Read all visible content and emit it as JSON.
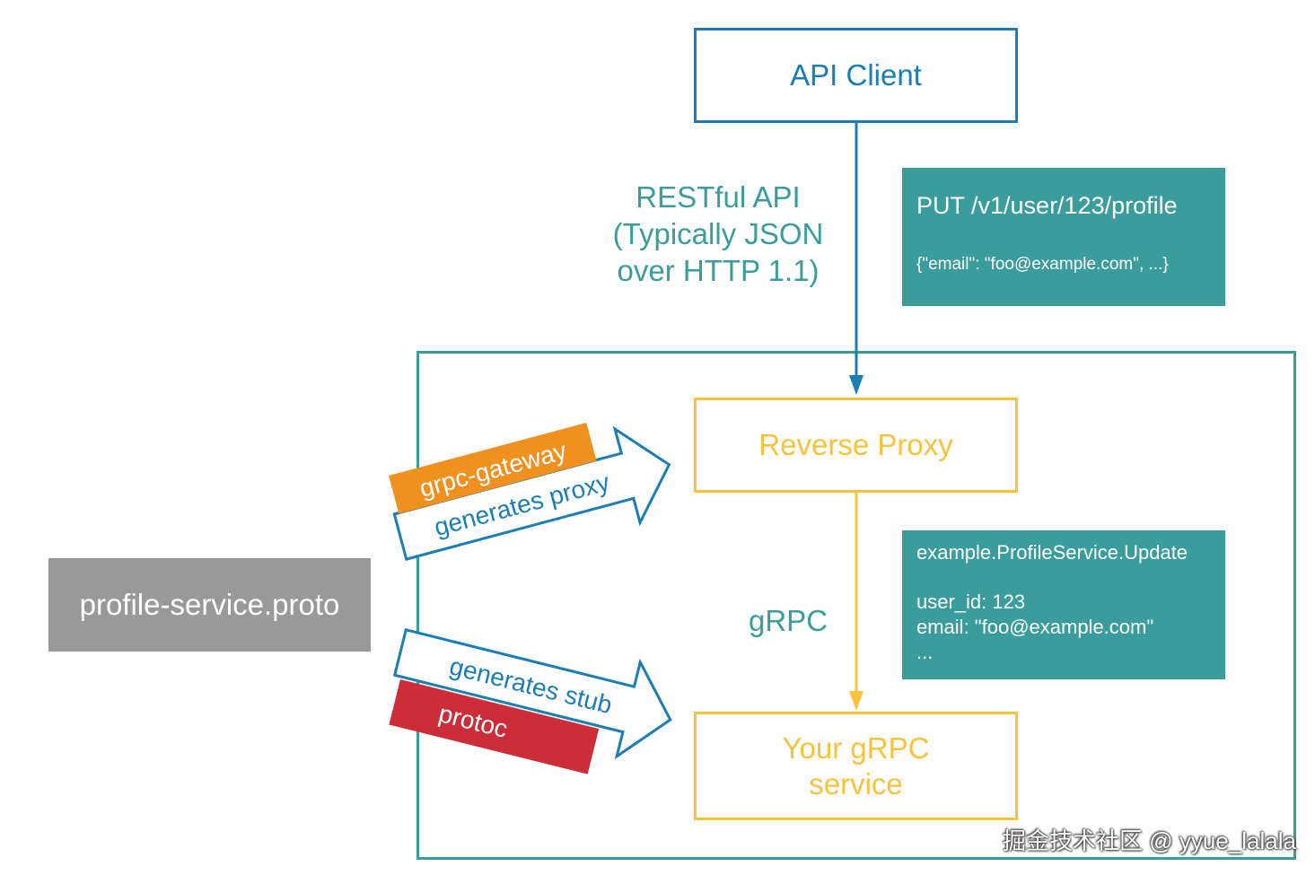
{
  "api_client": {
    "label": "API Client"
  },
  "rest_label": {
    "line1": "RESTful API",
    "line2": "(Typically JSON",
    "line3": "over HTTP 1.1)"
  },
  "put_note": {
    "line1": "PUT /v1/user/123/profile",
    "line2": "{\"email\": \"foo@example.com\", ...}"
  },
  "reverse_proxy": {
    "label": "Reverse Proxy"
  },
  "grpc_label": "gRPC",
  "grpc_note": {
    "line1": "example.ProfileService.Update",
    "line2": "user_id: 123",
    "line3": "email: \"foo@example.com\"",
    "line4": "..."
  },
  "grpc_service": {
    "line1": "Your gRPC",
    "line2": "service"
  },
  "proto_file": {
    "label": "profile-service.proto"
  },
  "gateway_arrow": {
    "tag": "grpc-gateway",
    "label": "generates proxy"
  },
  "protoc_arrow": {
    "label": "generates stub",
    "tag": "protoc"
  },
  "watermark": "掘金技术社区 @ yyue_lalala",
  "colors": {
    "blue": "#1a7db3",
    "teal": "#3a9d9b",
    "yellow": "#f8c33b",
    "orange": "#f0901e",
    "red": "#cc2d38",
    "gray": "#999999"
  }
}
